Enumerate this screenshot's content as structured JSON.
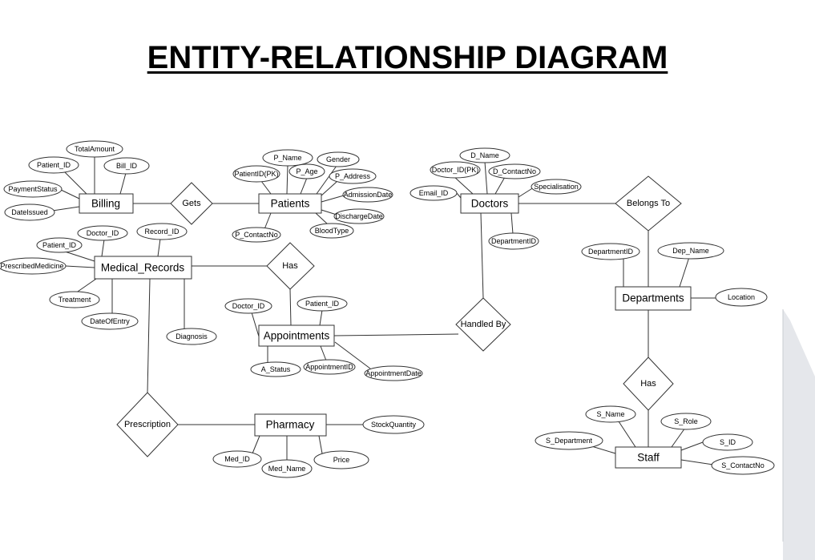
{
  "title": "ENTITY-RELATIONSHIP DIAGRAM",
  "entities": {
    "billing": "Billing",
    "patients": "Patients",
    "doctors": "Doctors",
    "medical_records": "Medical_Records",
    "appointments": "Appointments",
    "departments": "Departments",
    "pharmacy": "Pharmacy",
    "staff": "Staff"
  },
  "relationships": {
    "gets": "Gets",
    "has_records": "Has",
    "belongs_to": "Belongs To",
    "handled_by": "Handled By",
    "prescription": "Prescription",
    "has_staff": "Has"
  },
  "attributes": {
    "billing": {
      "total_amount": "TotalAmount",
      "patient_id": "Patient_ID",
      "bill_id": "Bill_ID",
      "payment_status": "PaymentStatus",
      "date_issued": "DateIssued"
    },
    "patients": {
      "p_name": "P_Name",
      "gender": "Gender",
      "patient_id_pk": "PatientID(PK)",
      "p_age": "P_Age",
      "p_address": "P_Address",
      "admission_date": "AdmissionDate",
      "discharge_date": "DischargeDate",
      "blood_type": "BloodType",
      "p_contact_no": "P_ContactNo"
    },
    "doctors": {
      "d_name": "D_Name",
      "doctor_id_pk": "Doctor_ID(PK)",
      "d_contact_no": "D_ContactNo",
      "specialisation": "Specialisation",
      "email_id": "Email_ID",
      "department_id": "DepartmentID"
    },
    "medical_records": {
      "doctor_id": "Doctor_ID",
      "record_id": "Record_ID",
      "patient_id": "Patient_ID",
      "prescribed_medicine": "PrescribedMedicine",
      "treatment": "Treatment",
      "date_of_entry": "DateOfEntry",
      "diagnosis": "Diagnosis"
    },
    "appointments": {
      "doctor_id": "Doctor_ID",
      "patient_id": "Patient_ID",
      "a_status": "A_Status",
      "appointment_id": "AppointmentID",
      "appointment_date": "AppointmentDate"
    },
    "departments": {
      "department_id": "DepartmentID",
      "dep_name": "Dep_Name",
      "location": "Location"
    },
    "pharmacy": {
      "stock_quantity": "StockQuantity",
      "med_id": "Med_ID",
      "med_name": "Med_Name",
      "price": "Price"
    },
    "staff": {
      "s_name": "S_Name",
      "s_role": "S_Role",
      "s_department": "S_Department",
      "s_id": "S_ID",
      "s_contact_no": "S_ContactNo"
    }
  }
}
